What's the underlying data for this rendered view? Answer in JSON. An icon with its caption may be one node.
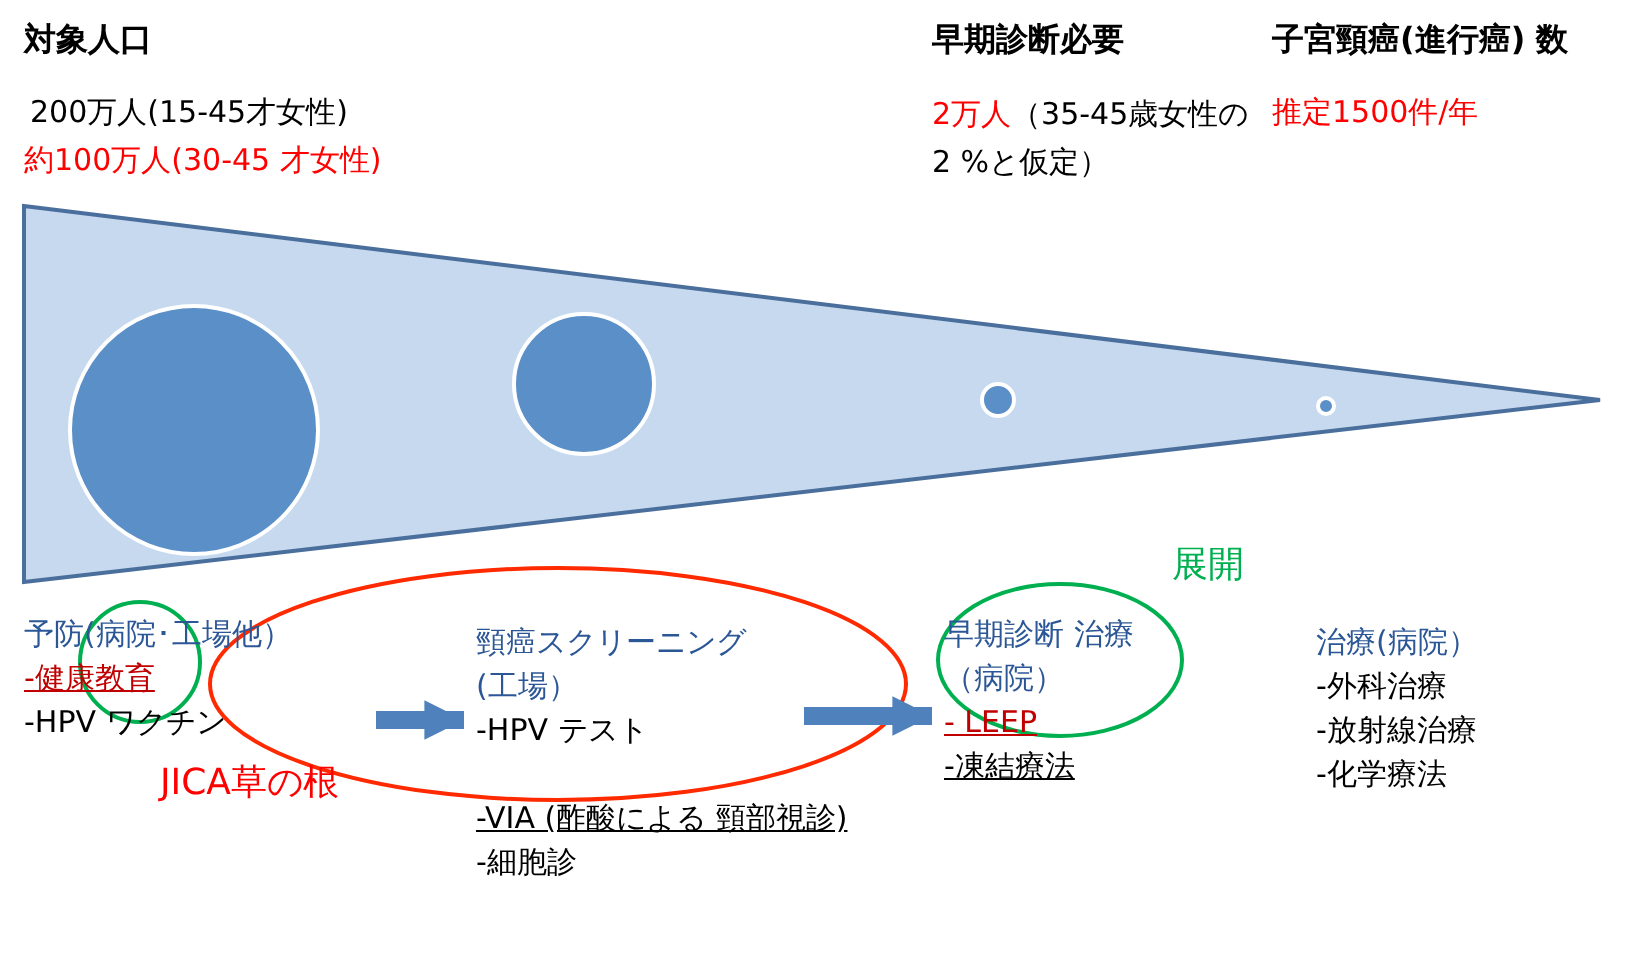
{
  "diagram": {
    "nodes": [
      {
        "text": [
          "予防(病院･工場他）",
          "-健康教育",
          "-HPV ワクチン"
        ]
      },
      {
        "text": [
          "頸癌スクリーニング (工場）",
          "-HPV テスト",
          "-VIA (酢酸による 頸部視診)",
          "-細胞診"
        ]
      },
      {
        "text": [
          "早期診断 治療（病院）",
          "- LEEP",
          "-凍結療法"
        ]
      },
      {
        "text": [
          "治療(病院）",
          "-外科治療",
          "-放射線治療",
          "-化学療法"
        ]
      }
    ],
    "edges": [
      {
        "from": 0,
        "to": 1,
        "arrow": "to"
      },
      {
        "from": 1,
        "to": 2,
        "arrow": "to"
      }
    ],
    "labels": [
      "対象人口",
      "早期診断必要",
      "子宮頸癌(進行癌) 数",
      "200万人(15-45才女性)",
      "2万人",
      "（35-45歳女性の2 %と仮定）",
      "推定1500件/年",
      "約100万人(30-45 才女性)",
      "展開",
      "JICA草の根"
    ]
  }
}
